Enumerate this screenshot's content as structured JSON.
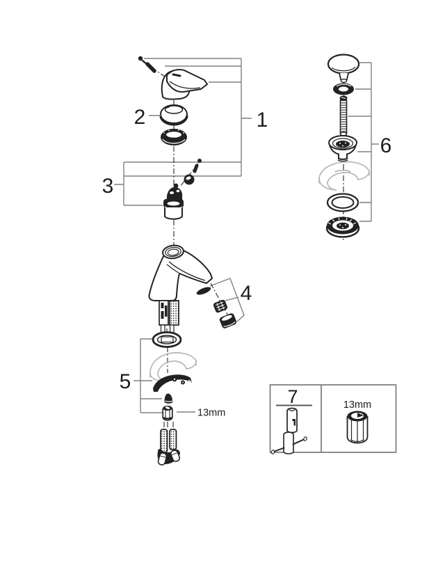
{
  "diagram": {
    "kind": "exploded-parts-diagram",
    "subject": "single-lever basin mixer faucet with pop-up waste set",
    "callouts": {
      "c1": "1",
      "c2": "2",
      "c3": "3",
      "c4": "4",
      "c5": "5",
      "c6": "6",
      "c7": "7"
    },
    "annotations": {
      "nut_size_label": "13mm",
      "tool_socket_size_label": "13mm"
    },
    "parts": [
      "lever-screw-icon",
      "lever-handle-icon",
      "cap-ring-icon",
      "escutcheon-ring-icon",
      "cartridge-screw-icon",
      "cartridge-nut-icon",
      "cartridge-icon",
      "faucet-body-icon",
      "aerator-set-icon",
      "base-gasket-icon",
      "mounting-horseshoe-icon",
      "cone-nut-icon",
      "hex-nut-icon",
      "supply-hoses-icon",
      "drain-plug-icon",
      "o-ring-icon",
      "threaded-rod-icon",
      "drain-flange-icon",
      "drain-gasket-icon",
      "drain-locknut-icon",
      "mounting-tool-icon",
      "socket-13mm-icon"
    ],
    "colors": {
      "background": "#ffffff",
      "part_line": "#222222",
      "leader_line": "#7d8084",
      "ghost_part": "#b5b7b9"
    }
  }
}
